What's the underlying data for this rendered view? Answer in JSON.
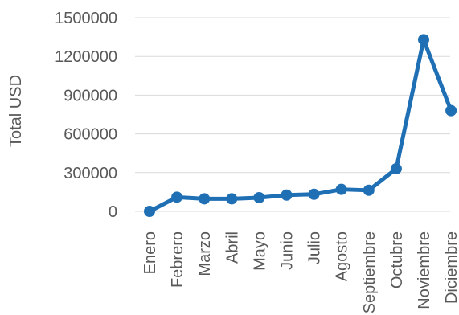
{
  "chart_data": {
    "type": "line",
    "title": "",
    "xlabel": "",
    "ylabel": "Total USD",
    "categories": [
      "Enero",
      "Febrero",
      "Marzo",
      "Abril",
      "Mayo",
      "Junio",
      "Julio",
      "Agosto",
      "Septiembre",
      "Octubre",
      "Noviembre",
      "Diciembre"
    ],
    "series": [
      {
        "values": [
          0,
          110000,
          97000,
          97000,
          106000,
          126000,
          132000,
          170000,
          163000,
          330000,
          1330000,
          780000
        ],
        "color": "#1f6fb4"
      }
    ],
    "ylim": [
      0,
      1500000
    ],
    "yticks": [
      "0",
      "300000",
      "600000",
      "900000",
      "1200000",
      "1500000"
    ],
    "grid": true,
    "legend": "none"
  }
}
